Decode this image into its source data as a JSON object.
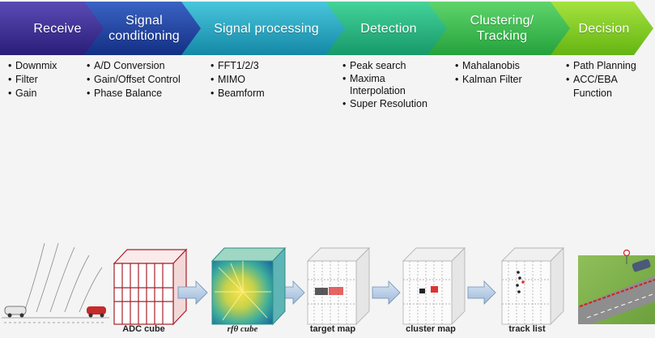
{
  "stages": [
    {
      "title": "Receive",
      "color": "#3a2a8c",
      "bullets": [
        "Downmix",
        "Filter",
        "Gain"
      ]
    },
    {
      "title": "Signal\nconditioning",
      "color": "#1f3f99",
      "bullets": [
        "A/D Conversion",
        "Gain/Offset Control",
        "Phase Balance"
      ]
    },
    {
      "title": "Signal processing",
      "color": "#1fa0b8",
      "bullets": [
        "FFT1/2/3",
        "MIMO",
        "Beamform"
      ]
    },
    {
      "title": "Detection",
      "color": "#22b27a",
      "bullets": [
        "Peak search",
        "Maxima\nInterpolation",
        "Super Resolution"
      ]
    },
    {
      "title": "Clustering/\nTracking",
      "color": "#38b84a",
      "bullets": [
        "Mahalanobis",
        "Kalman Filter"
      ]
    },
    {
      "title": "Decision",
      "color": "#7ccc1e",
      "bullets": [
        "Path Planning",
        "ACC/EBA Function"
      ]
    }
  ],
  "bottom": {
    "labels": [
      "ADC cube",
      "rfθ cube",
      "target map",
      "cluster map",
      "track list"
    ]
  }
}
